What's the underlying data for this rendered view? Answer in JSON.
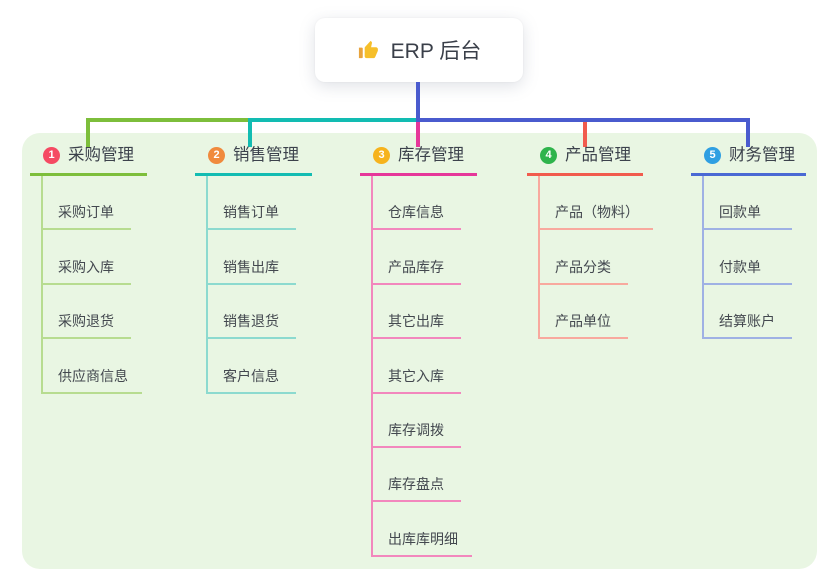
{
  "root": {
    "label": "ERP 后台",
    "icon": "thumbs-up",
    "icon_color": "#f6bf2a",
    "icon_cuff_color": "#e8a33d"
  },
  "panel": {
    "background": "#e9f6e3"
  },
  "root_connector_color": "#4a5bce",
  "branches": [
    {
      "number": "1",
      "label": "采购管理",
      "badge_color": "#f54a63",
      "line_color": "#7dbe3b",
      "light_line_color": "#b7dc90",
      "items": [
        "采购订单",
        "采购入库",
        "采购退货",
        "供应商信息"
      ]
    },
    {
      "number": "2",
      "label": "销售管理",
      "badge_color": "#f08a3d",
      "line_color": "#12bcb2",
      "light_line_color": "#8cdacf",
      "items": [
        "销售订单",
        "销售出库",
        "销售退货",
        "客户信息"
      ]
    },
    {
      "number": "3",
      "label": "库存管理",
      "badge_color": "#f6b31d",
      "line_color": "#e6379a",
      "light_line_color": "#f287bd",
      "items": [
        "仓库信息",
        "产品库存",
        "其它出库",
        "其它入库",
        "库存调拨",
        "库存盘点",
        "出库库明细"
      ]
    },
    {
      "number": "4",
      "label": "产品管理",
      "badge_color": "#2fb44c",
      "line_color": "#f15b4d",
      "light_line_color": "#f8a99e",
      "items": [
        "产品（物料）",
        "产品分类",
        "产品单位"
      ]
    },
    {
      "number": "5",
      "label": "财务管理",
      "badge_color": "#2f9fe2",
      "line_color": "#4a69d4",
      "light_line_color": "#9fb1e4",
      "items": [
        "回款单",
        "付款单",
        "结算账户"
      ]
    }
  ]
}
